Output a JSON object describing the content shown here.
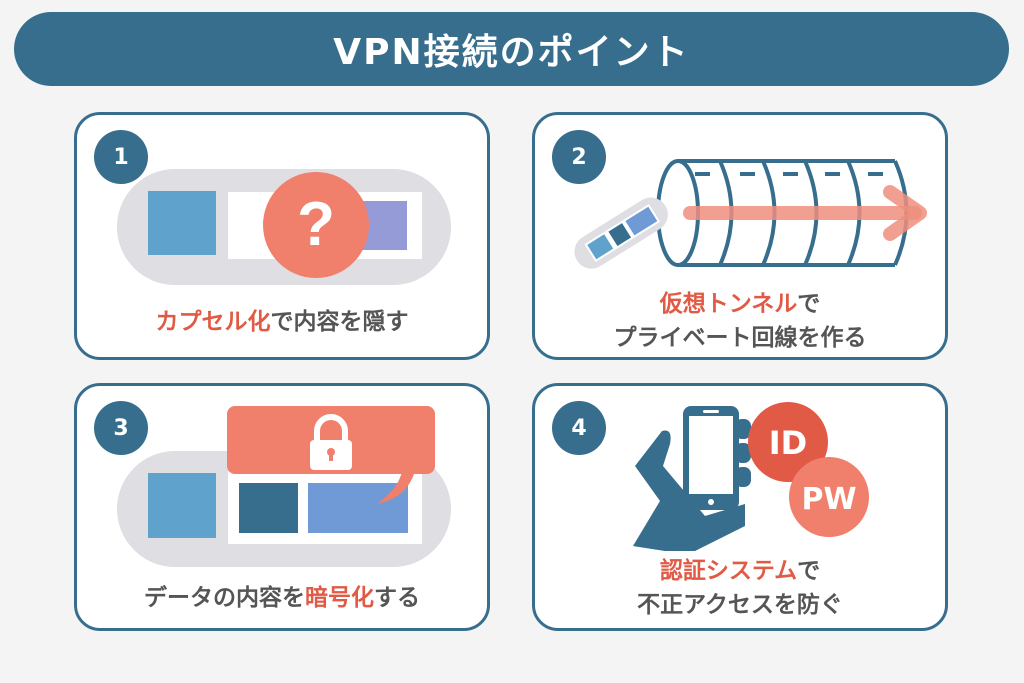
{
  "title": "VPN接続のポイント",
  "colors": {
    "primary": "#376e8e",
    "accent": "#e05a45",
    "coral": "#f07f6b",
    "pill": "#dedee3"
  },
  "cards": [
    {
      "number": "1",
      "icon": "question-icon",
      "caption_highlight": "カプセル化",
      "caption_rest": "で内容を隠す"
    },
    {
      "number": "2",
      "icon": "tunnel-icon",
      "caption_highlight": "仮想トンネル",
      "caption_rest": "で",
      "caption_line2": "プライベート回線を作る"
    },
    {
      "number": "3",
      "icon": "lock-icon",
      "caption_pre": "データの内容を",
      "caption_highlight": "暗号化",
      "caption_rest": "する"
    },
    {
      "number": "4",
      "icon": "phone-hand-icon",
      "caption_highlight": "認証システム",
      "caption_rest": "で",
      "caption_line2": "不正アクセスを防ぐ",
      "badges": [
        "ID",
        "PW"
      ]
    }
  ]
}
